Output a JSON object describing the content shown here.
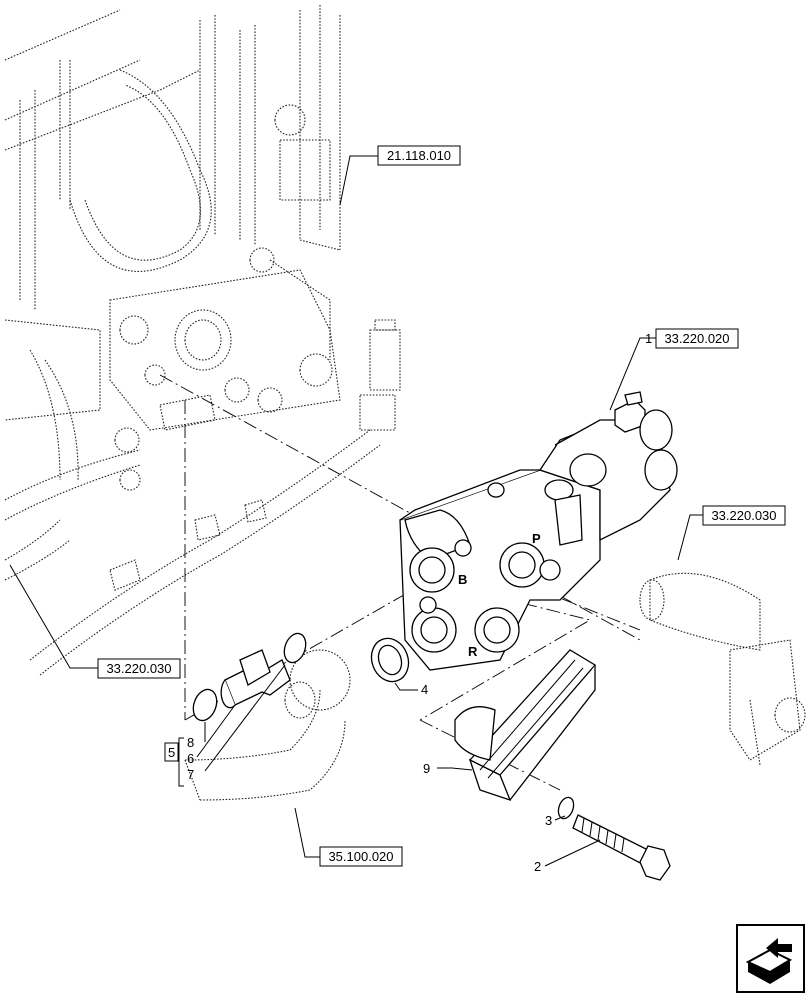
{
  "references": {
    "ref_top": "21.118.010",
    "ref_valve": "33.220.020",
    "ref_lever": "33.220.030",
    "ref_left": "33.220.030",
    "ref_pipe": "35.100.020"
  },
  "callouts": {
    "n1": "1",
    "n2": "2",
    "n3": "3",
    "n4": "4",
    "n5": "5",
    "n6": "6",
    "n7": "7",
    "n8": "8",
    "n9": "9"
  },
  "valve_port_marks": {
    "b": "B",
    "p": "P",
    "r": "R"
  },
  "icons": {
    "nav": "next-page-arrow-icon"
  }
}
